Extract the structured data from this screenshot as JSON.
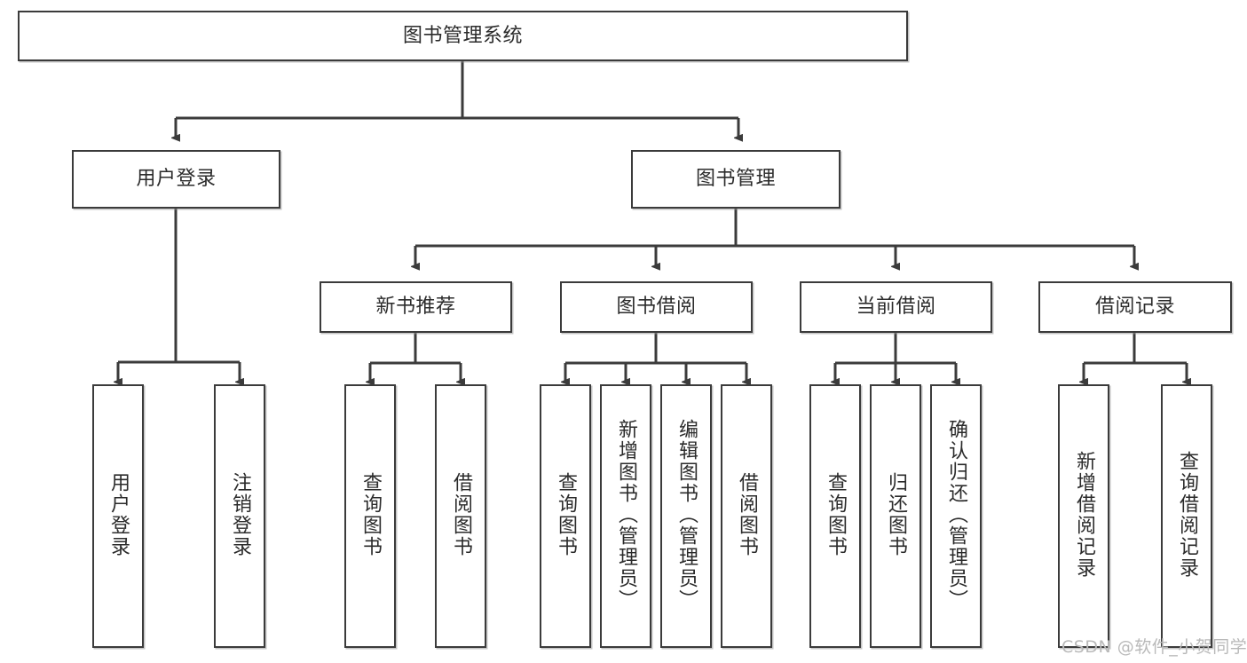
{
  "diagram": {
    "title_node": {
      "label": "图书管理系统"
    },
    "level2": [
      {
        "label": "用户登录"
      },
      {
        "label": "图书管理"
      }
    ],
    "level3": [
      {
        "label": "新书推荐"
      },
      {
        "label": "图书借阅"
      },
      {
        "label": "当前借阅"
      },
      {
        "label": "借阅记录"
      }
    ],
    "leaves": {
      "user_login": [
        {
          "label": "用户登录"
        },
        {
          "label": "注销登录"
        }
      ],
      "new_book": [
        {
          "label": "查询图书"
        },
        {
          "label": "借阅图书"
        }
      ],
      "book_borrow": [
        {
          "label": "查询图书"
        },
        {
          "label": "新增图书（管理员）"
        },
        {
          "label": "编辑图书（管理员）"
        },
        {
          "label": "借阅图书"
        }
      ],
      "current_borrow": [
        {
          "label": "查询图书"
        },
        {
          "label": "归还图书"
        },
        {
          "label": "确认归还（管理员）"
        }
      ],
      "borrow_record": [
        {
          "label": "新增借阅记录"
        },
        {
          "label": "查询借阅记录"
        }
      ]
    }
  },
  "watermark": {
    "text": "CSDN @软件_小贺同学"
  },
  "colors": {
    "stroke": "#3b3b3b",
    "fill": "#ffffff",
    "text": "#2b2b2b",
    "watermark": "#b9b9b9"
  }
}
